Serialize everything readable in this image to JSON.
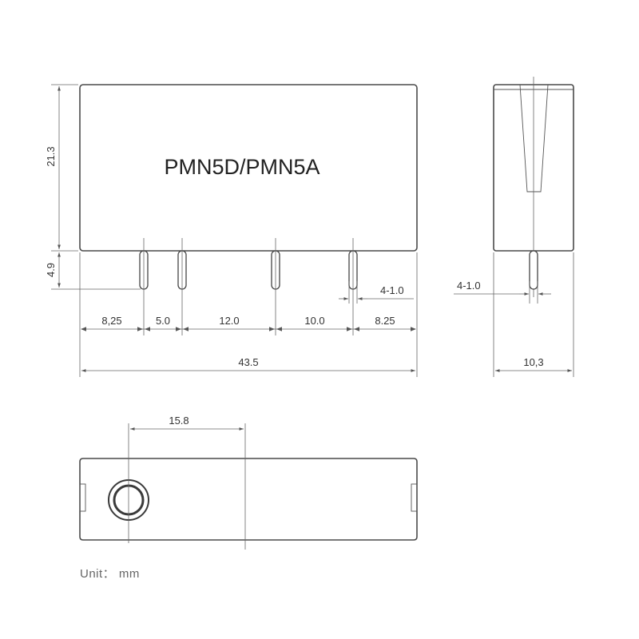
{
  "model_label": "PMN5D/PMN5A",
  "unit_label": "Unit： mm",
  "front_view": {
    "height_dim": "21.3",
    "pin_length_dim": "4.9",
    "pin_width_dim": "4-1.0",
    "spacing_dims": [
      "8,25",
      "5.0",
      "12.0",
      "10.0",
      "8.25"
    ],
    "total_length_dim": "43.5"
  },
  "side_view": {
    "pin_width_dim": "4-1.0",
    "width_dim": "10,3"
  },
  "top_view": {
    "hole_offset_dim": "15.8"
  },
  "colors": {
    "outline": "#4a4a4a",
    "dimension_line": "#666666",
    "text": "#333333"
  }
}
